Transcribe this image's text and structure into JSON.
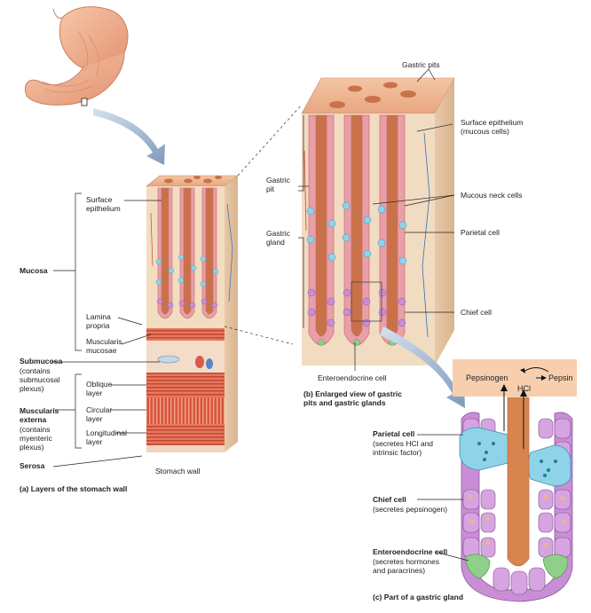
{
  "panel_a": {
    "caption": "(a) Layers of the stomach wall",
    "title": "Stomach wall",
    "labels": {
      "surface_epithelium": [
        "Surface",
        "epithelium"
      ],
      "mucosa": "Mucosa",
      "lamina_propria": [
        "Lamina",
        "propria"
      ],
      "muscularis_mucosae": [
        "Muscularis",
        "mucosae"
      ],
      "submucosa": "Submucosa",
      "submucosa_note": [
        "(contains",
        "submucosal",
        "plexus)"
      ],
      "oblique_layer": [
        "Oblique",
        "layer"
      ],
      "circular_layer": [
        "Circular",
        "layer"
      ],
      "longitudinal_layer": [
        "Longitudinal",
        "layer"
      ],
      "muscularis_externa": [
        "Muscularis",
        "externa"
      ],
      "muscularis_externa_note": [
        "(contains",
        "myenteric",
        "plexus)"
      ],
      "serosa": "Serosa"
    }
  },
  "panel_b": {
    "caption": [
      "(b) Enlarged view of gastric",
      "pits and gastric glands"
    ],
    "labels": {
      "gastric_pits": "Gastric pits",
      "surface_epithelium": [
        "Surface epithelium",
        "(mucous cells)"
      ],
      "gastric_pit": [
        "Gastric",
        "pit"
      ],
      "mucous_neck_cells": "Mucous neck cells",
      "parietal_cell": "Parietal cell",
      "gastric_gland": [
        "Gastric",
        "gland"
      ],
      "chief_cell": "Chief cell",
      "enteroendocrine_cell": "Enteroendocrine cell"
    }
  },
  "panel_c": {
    "caption": "(c) Part of a gastric gland",
    "reaction": {
      "pepsinogen": "Pepsinogen",
      "pepsin": "Pepsin",
      "hcl": "HCl"
    },
    "labels": {
      "parietal_cell": "Parietal cell",
      "parietal_note": [
        "(secretes HCl and",
        "intrinsic factor)"
      ],
      "chief_cell": "Chief cell",
      "chief_note": "(secretes pepsinogen)",
      "enteroendocrine_cell": "Enteroendocrine cell",
      "enteroendocrine_note": [
        "(secretes hormones",
        "and paracrines)"
      ]
    }
  },
  "colors": {
    "mucosa": "#f2c3a0",
    "lumen": "#c9724a",
    "surface_cells": "#e99fa6",
    "parietal": "#8fd3e8",
    "chief": "#c98ed6",
    "enteroendocrine": "#8fcf8a",
    "muscle": "#d9533f",
    "reaction_box": "#f8cfae",
    "arrow": "#8aa7c4"
  }
}
